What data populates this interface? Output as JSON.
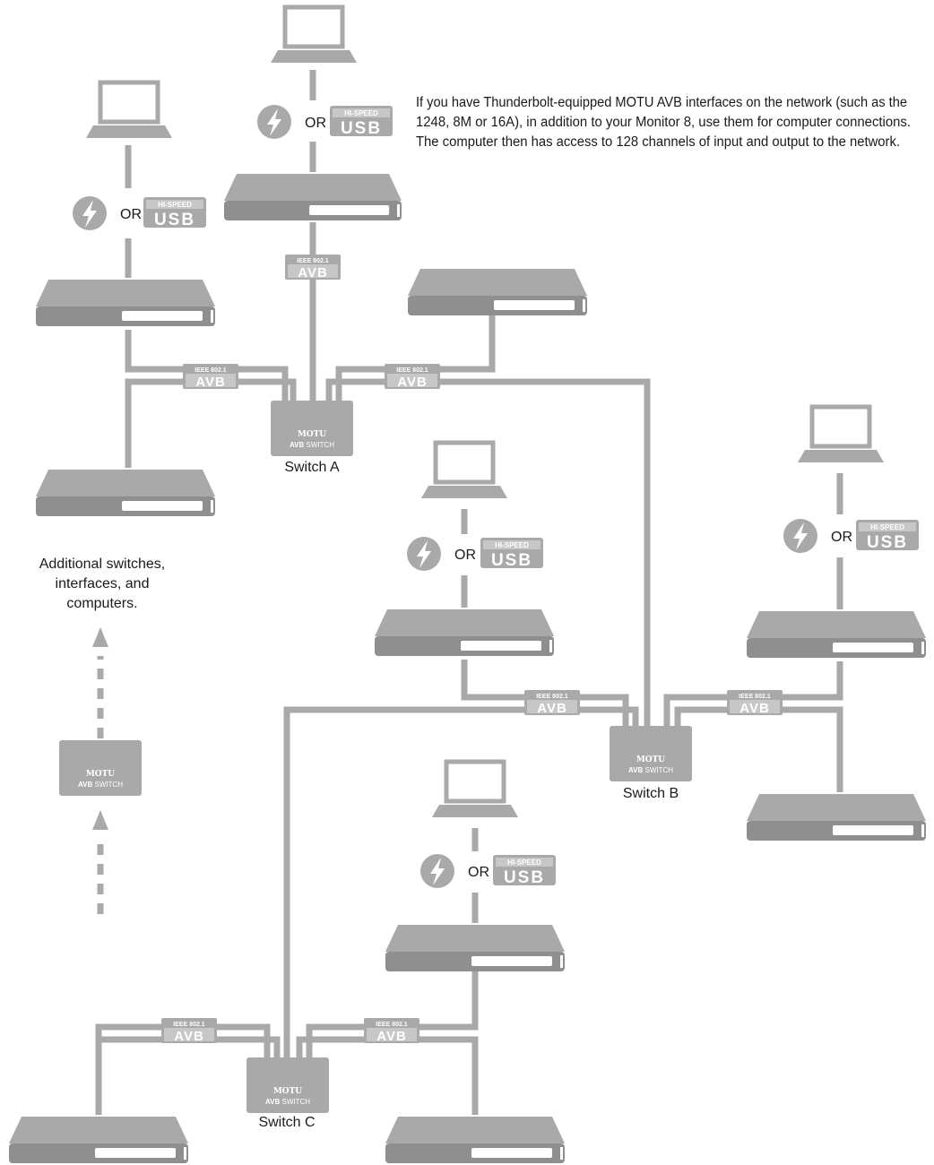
{
  "colors": {
    "device": "#a9a9a9",
    "device_dark": "#8f8f8f",
    "cable": "#a9a9a9",
    "text": "#1a1a1a"
  },
  "note": [
    "If you have Thunderbolt-equipped MOTU AVB interfaces on the network (such as the",
    "1248, 8M or 16A), in addition to your Monitor 8, use them for computer connections.",
    "The computer then has access to 128 channels of input and output to the network."
  ],
  "additional": [
    "Additional switches,",
    "interfaces, and",
    "computers."
  ],
  "switch_labels": {
    "a": "Switch A",
    "b": "Switch B",
    "c": "Switch C"
  },
  "switch_face": {
    "brand": "MOTU",
    "line1": "AVB",
    "line2": "SWITCH"
  },
  "or_text": "OR",
  "usb_badge": {
    "top": "HI-SPEED",
    "main": "USB"
  },
  "avb_badge": {
    "top": "IEEE 802.1",
    "main": "AVB"
  },
  "icons": {
    "thunderbolt": "thunderbolt-icon",
    "laptop": "laptop-icon",
    "interface": "avb-interface-icon",
    "switch": "avb-switch-icon",
    "arrow": "arrow-up-icon"
  }
}
